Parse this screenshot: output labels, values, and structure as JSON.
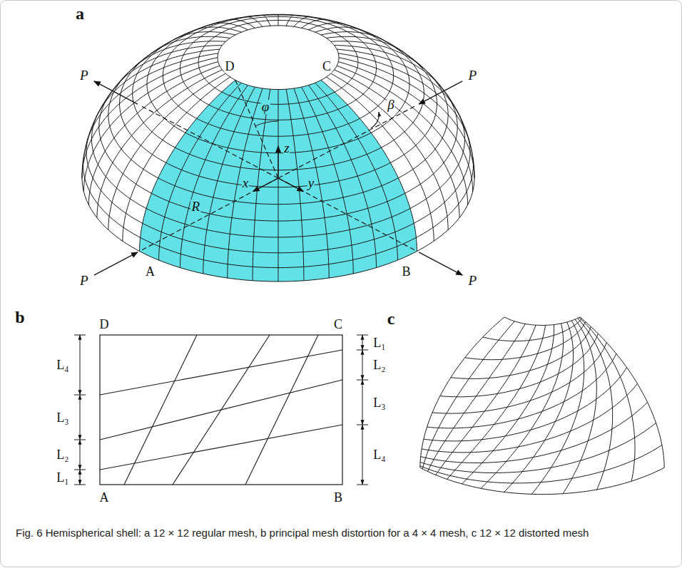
{
  "diagram": {
    "caption": "Fig. 6 Hemispherical shell: a 12 × 12 regular mesh, b principal mesh distortion for a 4 × 4 mesh, c 12 × 12 distorted mesh",
    "labels": [
      "a",
      "P",
      "D",
      "C",
      "P",
      "φ",
      "β",
      "z",
      "x",
      "y",
      "R",
      "P",
      "A",
      "B",
      "P",
      "b",
      "D",
      "C",
      "c",
      "L₄",
      "L₃",
      "L₂",
      "L₁",
      "L₁",
      "L₂",
      "L₃",
      "L₄",
      "A",
      "B"
    ]
  }
}
